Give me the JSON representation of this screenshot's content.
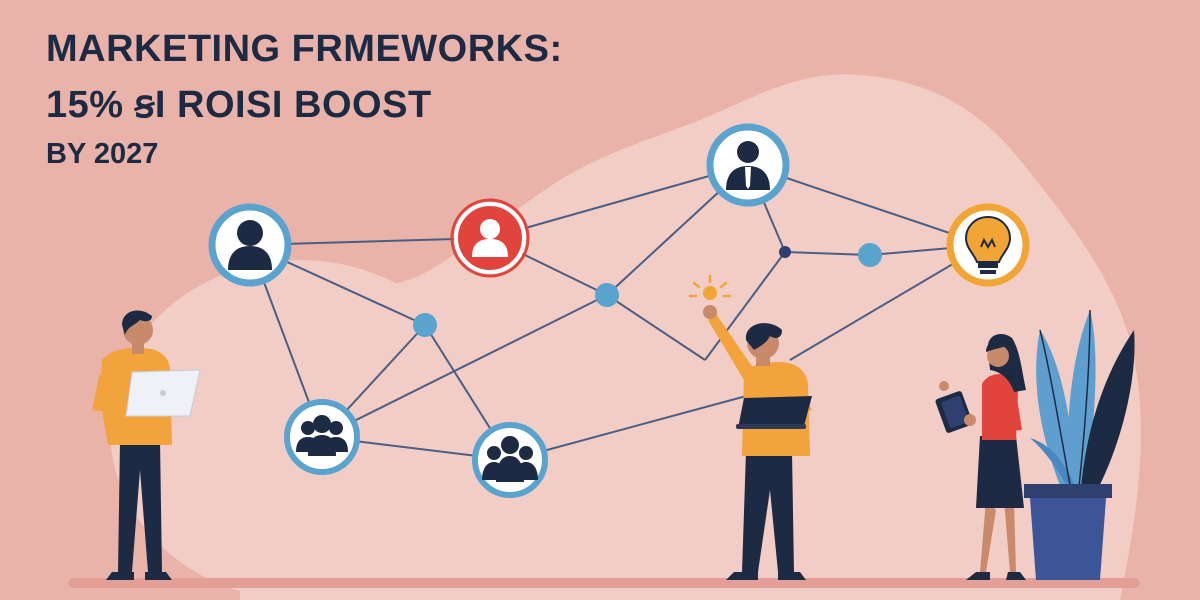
{
  "headline": {
    "line1": "MARKETING FRMEWORKS:",
    "line2": "15% ꞩI ROISI BOOST",
    "line3": "BY 2027"
  },
  "colors": {
    "background": "#eab3aa",
    "blob": "#f2cdc5",
    "text": "#1d2a44",
    "node_ring": "#5aa3cf",
    "accent_red": "#e0443c",
    "accent_orange": "#f2a434",
    "network_line": "#4a5e85",
    "shirt": "#f2a33c",
    "pants": "#1d2a44",
    "plant": "#5f9fd0"
  },
  "icons": {
    "network_nodes": [
      "user-icon",
      "user-icon",
      "businessman-icon",
      "lightbulb-icon",
      "group-icon",
      "team-icon"
    ],
    "idea_spark": "sun-spark-icon"
  }
}
